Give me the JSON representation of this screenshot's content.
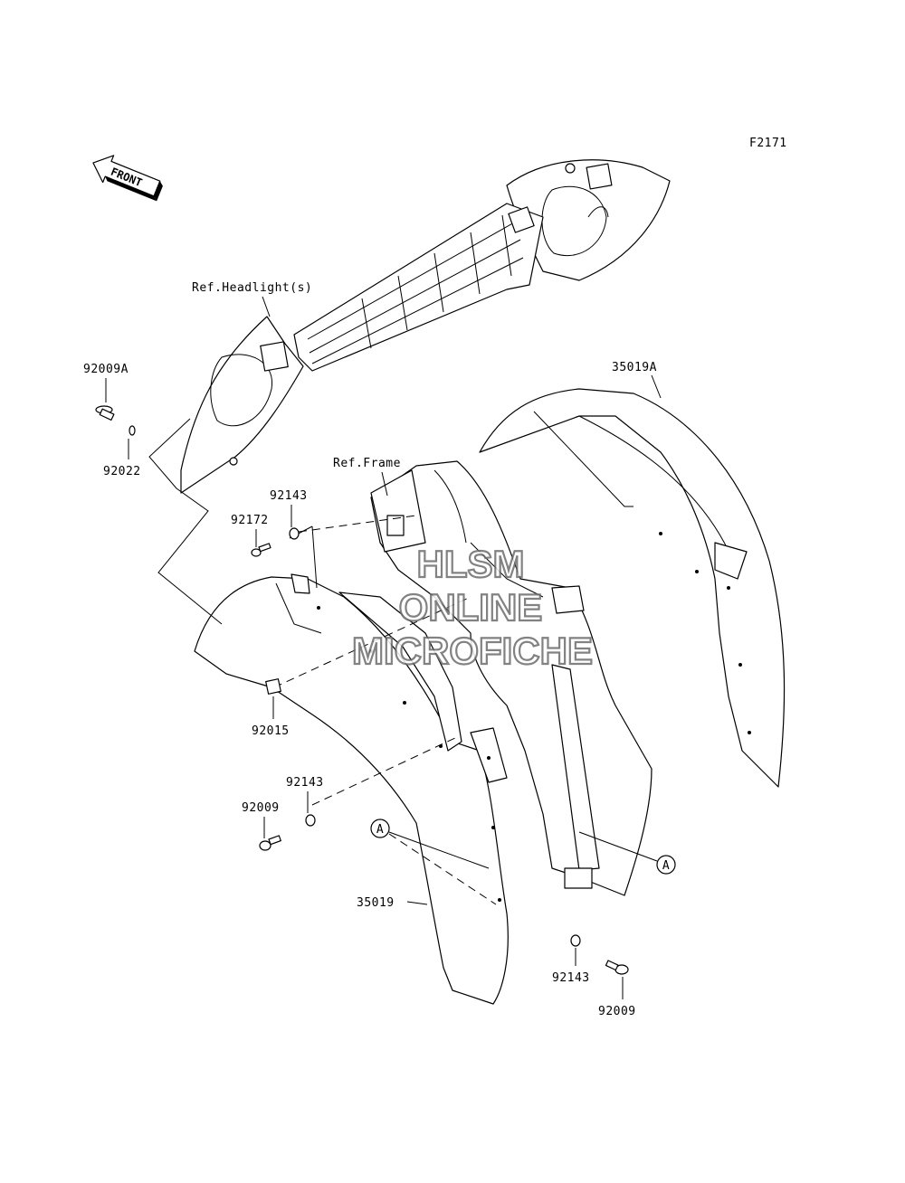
{
  "figure_code": "F2171",
  "front_arrow": {
    "label": "FRONT",
    "icon": "front-direction-arrow-icon"
  },
  "references": {
    "headlight": "Ref.Headlight(s)",
    "frame": "Ref.Frame"
  },
  "watermark": {
    "line1": "HLSM",
    "line2": "ONLINE",
    "line3": "MICROFICHE"
  },
  "callouts": {
    "p92009A": "92009A",
    "p92022": "92022",
    "p92143_top": "92143",
    "p92172": "92172",
    "p92015": "92015",
    "p92143_mid": "92143",
    "p92009_left": "92009",
    "p35019": "35019",
    "p35019A": "35019A",
    "p92143_bottom": "92143",
    "p92009_bottom": "92009",
    "ref_a_left": "A",
    "ref_a_right": "A"
  }
}
